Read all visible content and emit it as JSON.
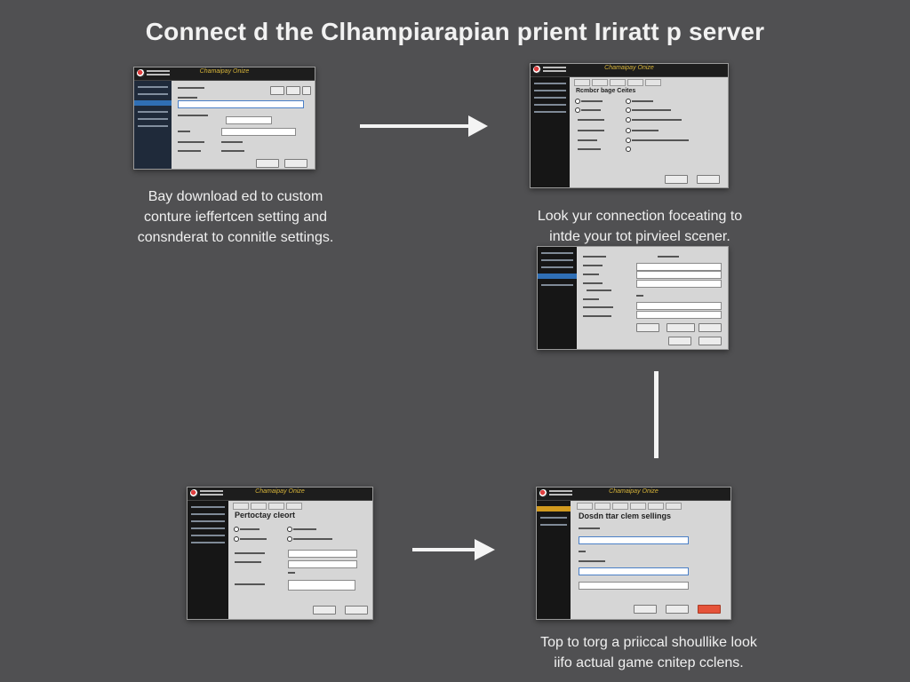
{
  "title": "Connect d the Clhampiarapian prient Iriratt p server",
  "captions": [
    "Bay download ed to custom\nconture ieffertcen setting and\nconsnderat to connitle settings.",
    "Look yur connection foceating to\nintde your tot pirvieel scener.",
    "Top to torg a priiccal shoullike look\niifo actual game cnitep cclens."
  ],
  "windows": [
    {
      "name": "Chamaipay Onize"
    },
    {
      "name": "Chamaipay Onize",
      "heading": "Rcmbcr bage Ceites"
    },
    {
      "name": ""
    },
    {
      "name": "Chamaipay Onize",
      "heading": "Pertoctay cleort"
    },
    {
      "name": "Chamaipay Onize",
      "heading": "Dosdn ttar clem sellings"
    }
  ],
  "colors": {
    "background": "#505052",
    "arrow": "#f4f4f4",
    "selection": "#2f6fb5",
    "accent": "#e5533a"
  }
}
